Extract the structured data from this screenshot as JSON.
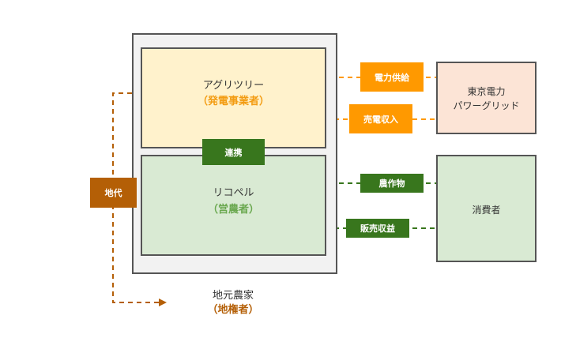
{
  "colors": {
    "orange": "#ff9900",
    "green": "#38761d",
    "brown": "#b45f06",
    "role_orange": "#f39c12",
    "role_green": "#6aa84f"
  },
  "nodes": {
    "agri": {
      "name": "アグリツリー",
      "role": "（発電事業者）"
    },
    "rico": {
      "name": "リコペル",
      "role": "（営農者）"
    },
    "tepco": {
      "line1": "東京電力",
      "line2": "パワーグリッド"
    },
    "consumer": {
      "name": "消費者"
    },
    "farmer": {
      "name": "地元農家",
      "role": "（地権者）"
    }
  },
  "flows": {
    "power_supply": "電力供給",
    "power_sales_income": "売電収入",
    "cooperation": "連携",
    "crops": "農作物",
    "sales_income": "販売収益",
    "land_rent": "地代"
  }
}
